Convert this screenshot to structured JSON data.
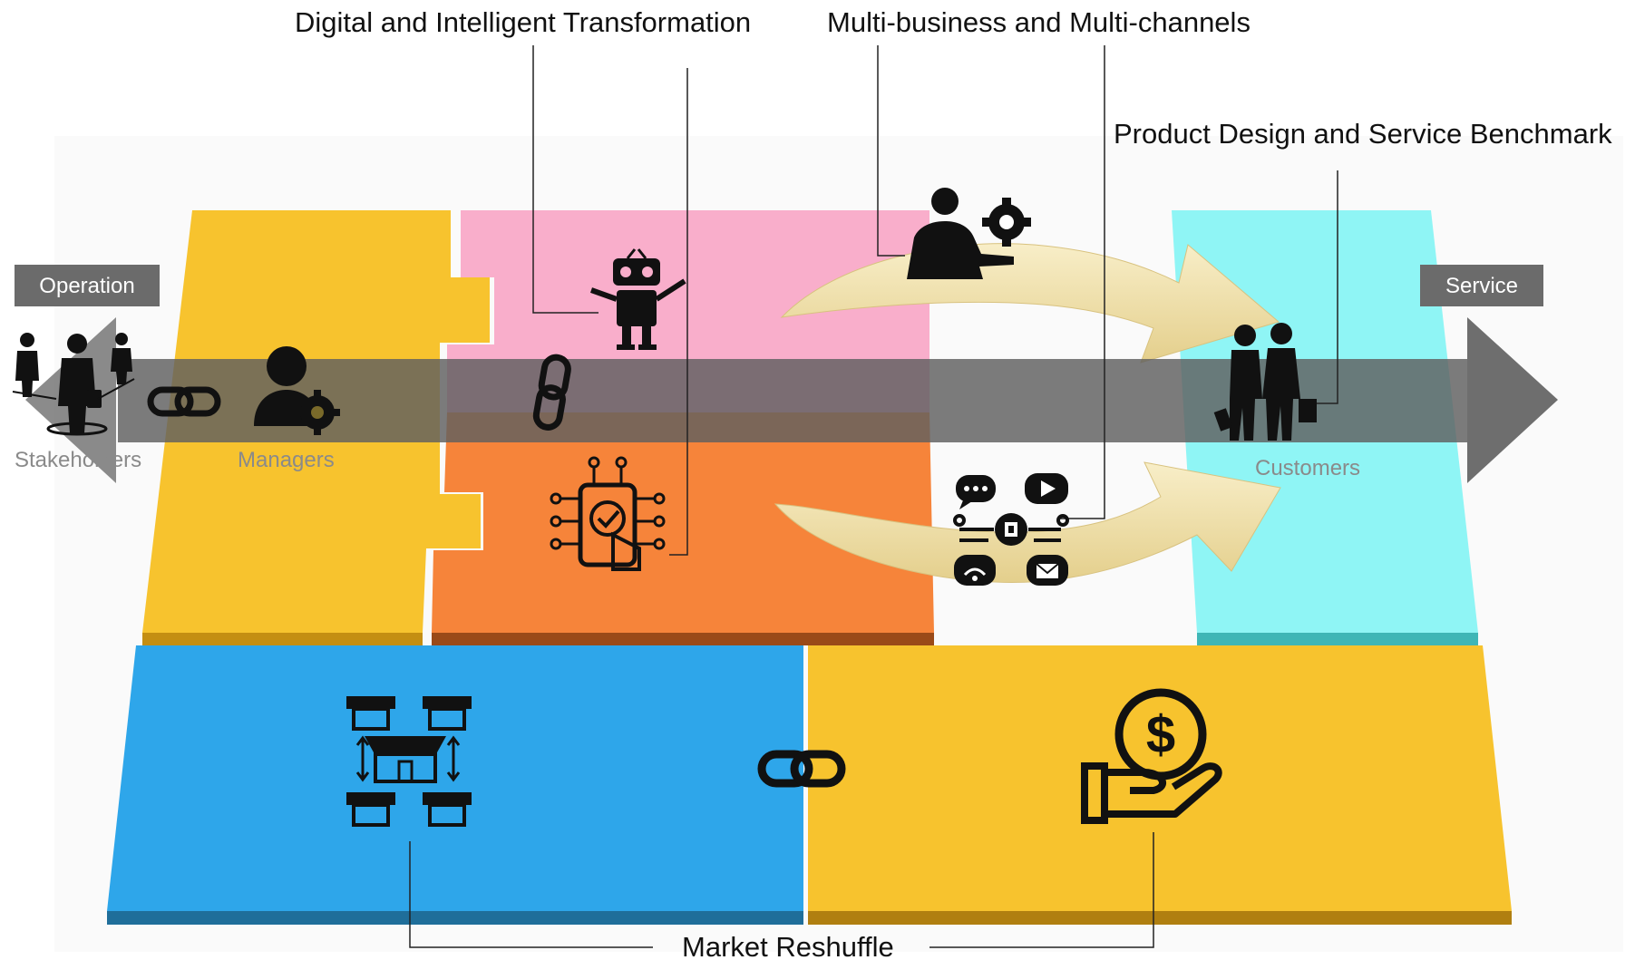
{
  "labels": {
    "digital": "Digital and Intelligent Transformation",
    "multi": "Multi-business and Multi-channels",
    "product": "Product Design and Service Benchmark",
    "market": "Market Reshuffle"
  },
  "tags": {
    "left": "Operation",
    "right": "Service"
  },
  "roles": {
    "stakeholders": "Stakeholders",
    "managers": "Managers",
    "customers": "Customers"
  },
  "colors": {
    "yellow": "#f7c32e",
    "pink": "#f9aecb",
    "orange": "#f6843a",
    "cyan": "#8ff5f5",
    "blue": "#2ea6ea",
    "cream": "#f3e2ae",
    "band": "#6e6e6e",
    "tag": "#6b6b6b"
  },
  "icons": [
    "stakeholders-group-icon",
    "chain-link-icon",
    "manager-gear-icon",
    "robot-icon",
    "smart-touch-icon",
    "businessman-gear-icon",
    "multichannel-icon",
    "customers-couple-icon",
    "store-network-icon",
    "money-hand-icon"
  ]
}
